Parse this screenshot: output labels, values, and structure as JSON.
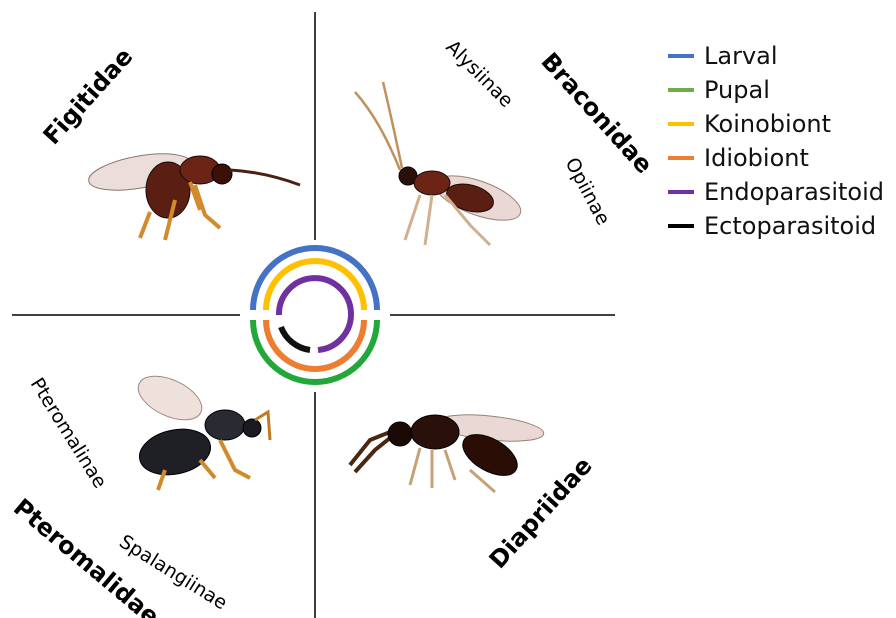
{
  "families": {
    "figitidae": "Figitidae",
    "braconidae": "Braconidae",
    "pteromalidae": "Pteromalidae",
    "diapriidae": "Diapriidae"
  },
  "subfamilies": {
    "alysiinae": "Alysiinae",
    "opiinae": "Opiinae",
    "pteromalinae": "Pteromalinae",
    "spalangiinae": "Spalangiinae"
  },
  "legend": [
    {
      "label": "Larval",
      "color": "#4472c4"
    },
    {
      "label": "Pupal",
      "color": "#70ad47"
    },
    {
      "label": "Koinobiont",
      "color": "#ffc000"
    },
    {
      "label": "Idiobiont",
      "color": "#ed7d31"
    },
    {
      "label": "Endoparasitoid",
      "color": "#7030a0"
    },
    {
      "label": "Ectoparasitoid",
      "color": "#000000"
    }
  ]
}
